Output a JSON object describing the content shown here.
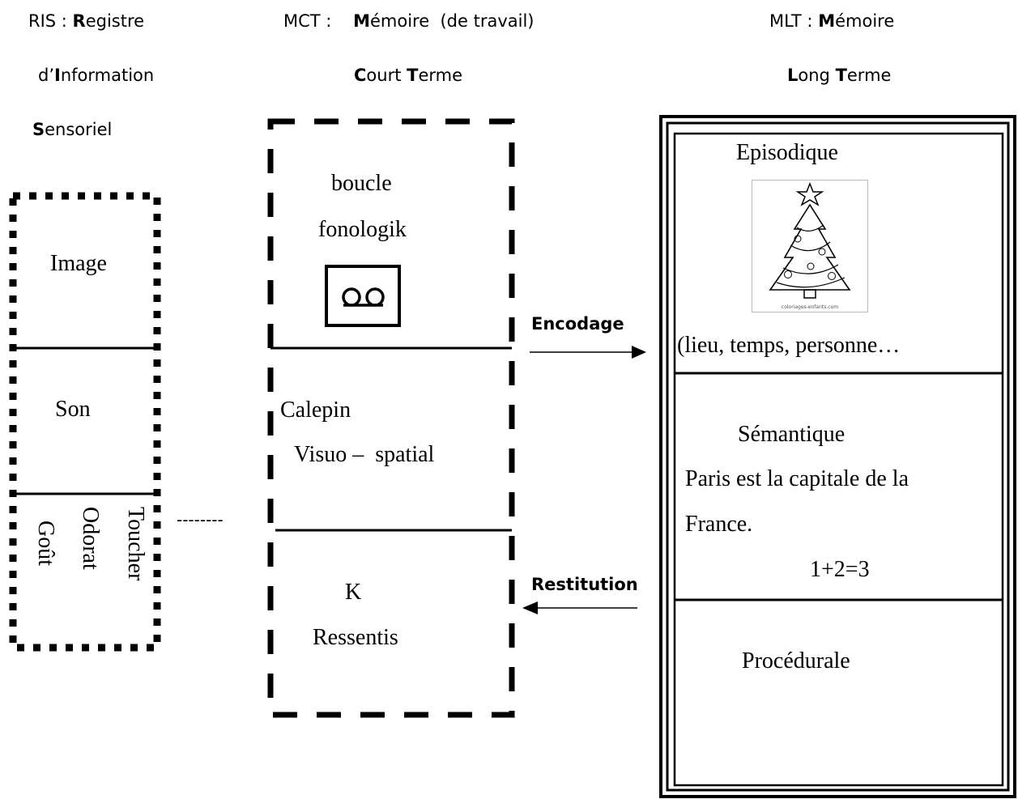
{
  "ris": {
    "header": [
      [
        {
          "t": "RIS : "
        },
        {
          "t": "R",
          "b": true
        },
        {
          "t": "egistre"
        }
      ],
      [
        {
          "t": "d’"
        },
        {
          "t": "I",
          "b": true
        },
        {
          "t": "nformation"
        }
      ],
      [
        {
          "t": "S",
          "b": true
        },
        {
          "t": "ensoriel"
        }
      ]
    ],
    "image": "Image",
    "son": "Son",
    "toucher": "Toucher",
    "odorat": "Odorat",
    "gout": "Goût",
    "dashes": "--------"
  },
  "mct": {
    "header": [
      [
        {
          "t": "MCT :    "
        },
        {
          "t": "M",
          "b": true
        },
        {
          "t": "émoire  (de travail)"
        }
      ],
      [
        {
          "t": "C",
          "b": true
        },
        {
          "t": "ourt "
        },
        {
          "t": "T",
          "b": true
        },
        {
          "t": "erme"
        }
      ]
    ],
    "boucle": "boucle",
    "fonologik": "fonologik",
    "calepin": "Calepin",
    "visuo": "Visuo –  spatial",
    "k": "K",
    "ressentis": "Ressentis"
  },
  "mlt": {
    "header": [
      [
        {
          "t": "MLT : "
        },
        {
          "t": "M",
          "b": true
        },
        {
          "t": "émoire"
        }
      ],
      [
        {
          "t": "L",
          "b": true
        },
        {
          "t": "ong "
        },
        {
          "t": "T",
          "b": true
        },
        {
          "t": "erme"
        }
      ]
    ],
    "episodique": "Episodique",
    "lieu": "(lieu, temps, personne…",
    "semantique": "Sémantique",
    "paris1": "Paris est la capitale de la",
    "paris2": "France.",
    "math": "1+2=3",
    "procedurale": "Procédurale",
    "thumb_caption": "coloriages-enfants.com"
  },
  "arrows": {
    "encodage": "Encodage",
    "restitution": "Restitution"
  }
}
